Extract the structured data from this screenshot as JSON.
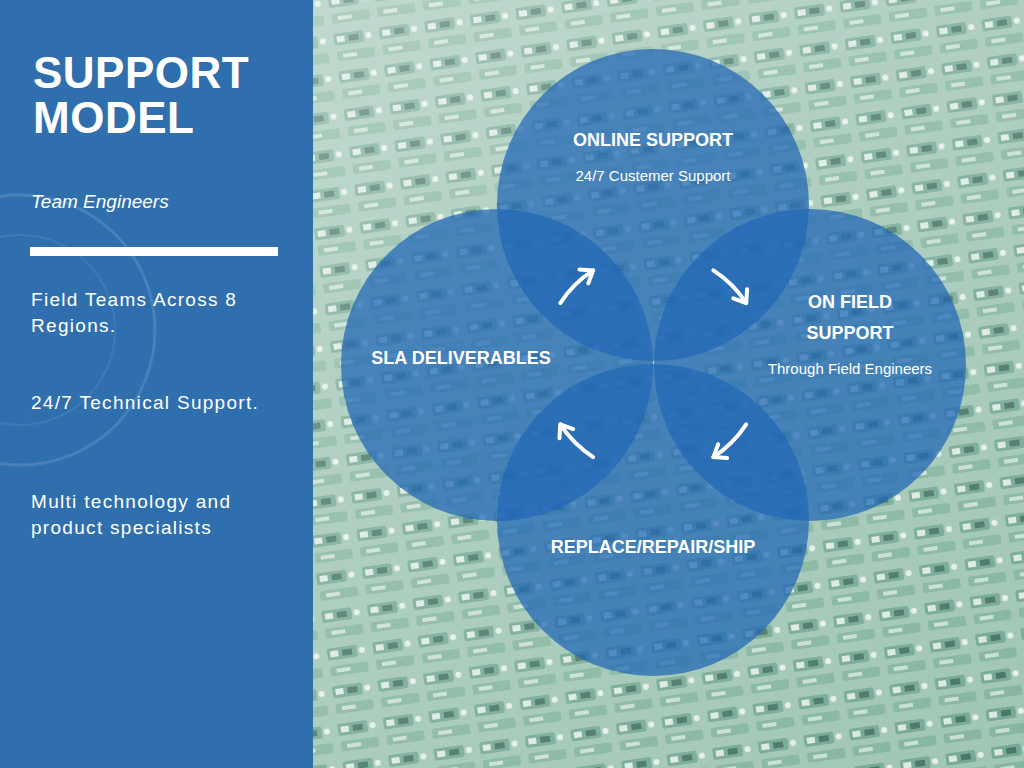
{
  "diagram": {
    "title": "SUPPORT MODEL",
    "nodes": [
      {
        "text": [
          "ONLINE SUPPORT",
          "24/7 Custemer Support"
        ]
      },
      {
        "text": [
          "SLA DELIVERABLES"
        ]
      },
      {
        "text": [
          "ON FIELD SUPPORT",
          "Through Field Engineers"
        ]
      },
      {
        "text": [
          "REPLACE/REPAIR/SHIP"
        ]
      }
    ],
    "edges": [
      {
        "from": 0,
        "to": 2,
        "arrow": "to"
      },
      {
        "from": 2,
        "to": 3,
        "arrow": "to"
      },
      {
        "from": 3,
        "to": 1,
        "arrow": "to"
      },
      {
        "from": 1,
        "to": 0,
        "arrow": "to"
      }
    ],
    "labels": [
      "Team Engineers",
      "Field Teams Across 8 Regions.",
      "24/7 Technical Support.",
      "Multi technology and product specialists"
    ]
  }
}
